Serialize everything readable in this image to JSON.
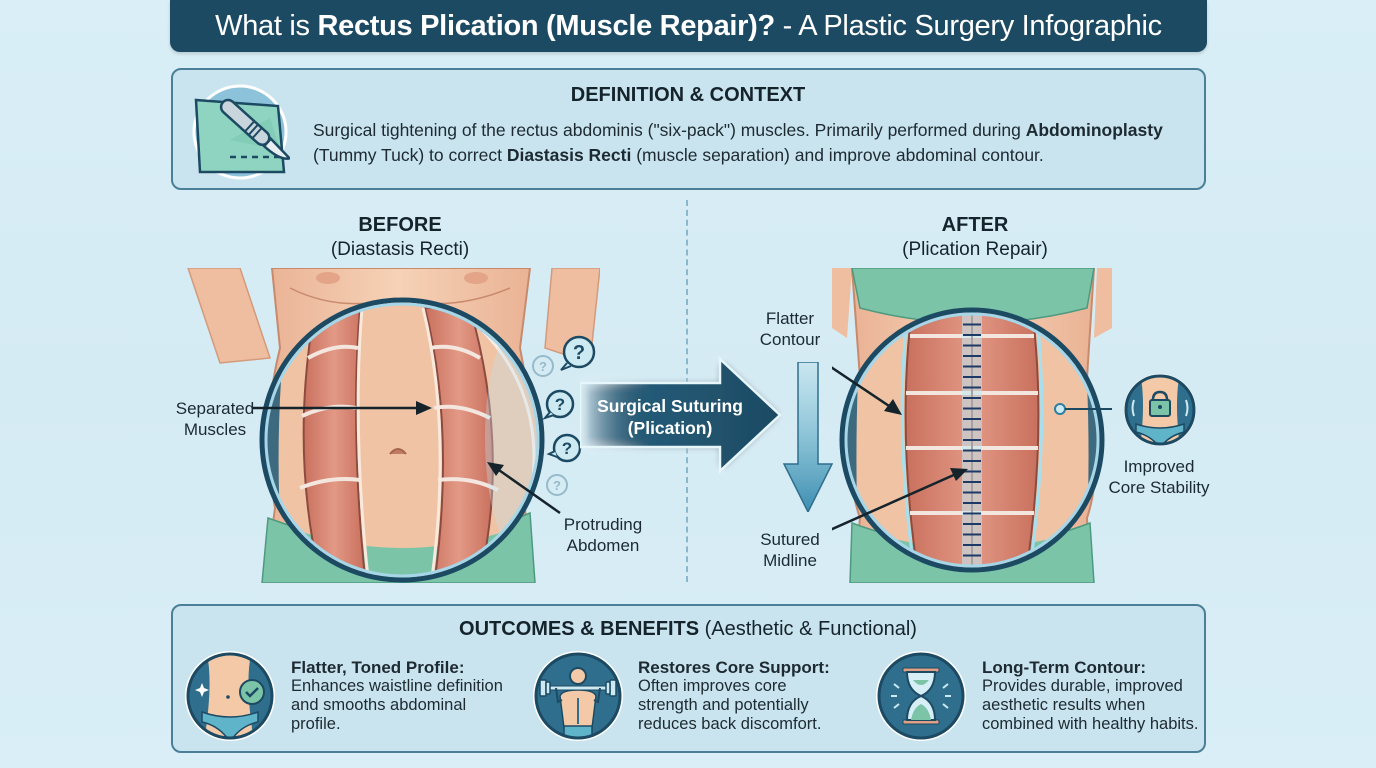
{
  "title": {
    "prefix": "What is ",
    "bold": "Rectus Plication (Muscle Repair)?",
    "suffix": " - A Plastic Surgery Infographic"
  },
  "definition": {
    "heading": "DEFINITION & CONTEXT",
    "icon": "scalpel-icon",
    "text_1": "Surgical tightening of the rectus abdominis (\"six-pack\") muscles. Primarily performed during ",
    "bold_1": "Abdominoplasty",
    "text_2": "(Tummy Tuck) to correct ",
    "bold_2": "Diastasis Recti",
    "text_3": " (muscle separation) and improve abdominal contour."
  },
  "before": {
    "title": "BEFORE",
    "subtitle": "(Diastasis Recti)",
    "labels": {
      "separated_1": "Separated",
      "separated_2": "Muscles",
      "protruding_1": "Protruding",
      "protruding_2": "Abdomen"
    },
    "question_marks": [
      "?",
      "?",
      "?",
      "?",
      "?"
    ]
  },
  "transition": {
    "line_1": "Surgical Suturing",
    "line_2": "(Plication)"
  },
  "after": {
    "title": "AFTER",
    "subtitle": "(Plication Repair)",
    "labels": {
      "flatter_1": "Flatter",
      "flatter_2": "Contour",
      "sutured_1": "Sutured",
      "sutured_2": "Midline",
      "stability_1": "Improved",
      "stability_2": "Core Stability"
    }
  },
  "outcomes": {
    "heading_bold": "OUTCOMES & BENEFITS",
    "heading_rest": " (Aesthetic & Functional)",
    "items": [
      {
        "icon": "waist-check-icon",
        "title": "Flatter, Toned Profile:",
        "lines": [
          "Enhances waistline definition",
          "and smooths abdominal",
          "profile."
        ]
      },
      {
        "icon": "weightlifter-icon",
        "title": "Restores Core Support:",
        "lines": [
          "Often improves core",
          "strength and potentially",
          "reduces back discomfort."
        ]
      },
      {
        "icon": "hourglass-icon",
        "title": "Long-Term Contour:",
        "lines": [
          "Provides durable, improved",
          "aesthetic results when",
          "combined with healthy habits."
        ]
      }
    ]
  },
  "colors": {
    "navy": "#1d4a63",
    "panel": "#c9e4ef",
    "panel_border": "#4a7f97",
    "skin": "#f3c9a8",
    "muscle": "#d98a78",
    "garment": "#7cc4a8",
    "accent_teal": "#5fb4c9"
  }
}
